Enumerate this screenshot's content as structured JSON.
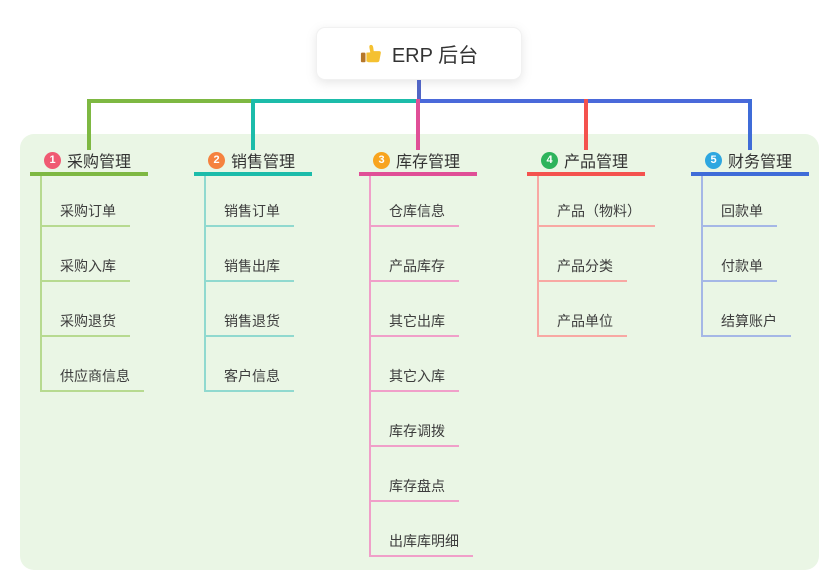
{
  "root": {
    "label": "ERP 后台",
    "icon": "thumbs-up"
  },
  "branches": [
    {
      "num": "1",
      "title": "采购管理",
      "color": "#7eb842",
      "light_color": "#b7da90",
      "badge_color": "#f05a73",
      "children": [
        "采购订单",
        "采购入库",
        "采购退货",
        "供应商信息"
      ]
    },
    {
      "num": "2",
      "title": "销售管理",
      "color": "#1cbcaa",
      "light_color": "#90d9cf",
      "badge_color": "#f5823f",
      "children": [
        "销售订单",
        "销售出库",
        "销售退货",
        "客户信息"
      ]
    },
    {
      "num": "3",
      "title": "库存管理",
      "color": "#e04f97",
      "light_color": "#f09fc9",
      "badge_color": "#f8a41e",
      "children": [
        "仓库信息",
        "产品库存",
        "其它出库",
        "其它入库",
        "库存调拨",
        "库存盘点",
        "出库库明细"
      ]
    },
    {
      "num": "4",
      "title": "产品管理",
      "color": "#f4524e",
      "light_color": "#f8a8a3",
      "badge_color": "#2eb45c",
      "children": [
        "产品（物料）",
        "产品分类",
        "产品单位"
      ]
    },
    {
      "num": "5",
      "title": "财务管理",
      "color": "#3f6cd8",
      "light_color": "#a5b7e6",
      "badge_color": "#2ea7e0",
      "children": [
        "回款单",
        "付款单",
        "结算账户"
      ]
    }
  ],
  "colors": {
    "page_bg": "#ffffff",
    "panel_bg": "#eaf6e5",
    "stem": "#5165c5",
    "right_trunk": "#4a69da",
    "root_text": "#333333",
    "child_text": "#3d3d3d"
  }
}
